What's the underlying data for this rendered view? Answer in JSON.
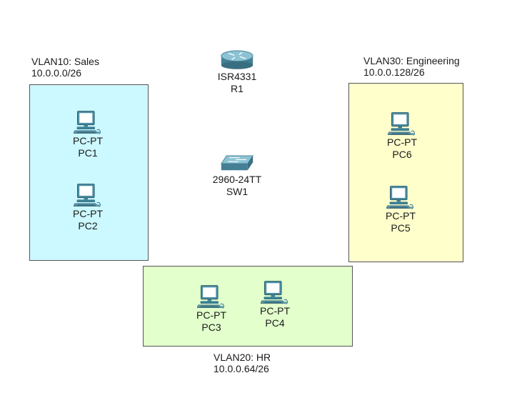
{
  "colors": {
    "sales_fill": "#ccf8ff",
    "engineering_fill": "#ffffcc",
    "hr_fill": "#e2ffcc",
    "border": "#555555",
    "icon_blue": "#3d7f93"
  },
  "zones": {
    "sales": {
      "name": "VLAN10: Sales",
      "subnet": "10.0.0.0/26"
    },
    "engineering": {
      "name": "VLAN30: Engineering",
      "subnet": "10.0.0.128/26"
    },
    "hr": {
      "name": "VLAN20: HR",
      "subnet": "10.0.0.64/26"
    }
  },
  "devices": {
    "r1": {
      "model": "ISR4331",
      "name": "R1",
      "icon": "router-icon"
    },
    "sw1": {
      "model": "2960-24TT",
      "name": "SW1",
      "icon": "switch-icon"
    },
    "pc1": {
      "model": "PC-PT",
      "name": "PC1",
      "icon": "pc-icon"
    },
    "pc2": {
      "model": "PC-PT",
      "name": "PC2",
      "icon": "pc-icon"
    },
    "pc3": {
      "model": "PC-PT",
      "name": "PC3",
      "icon": "pc-icon"
    },
    "pc4": {
      "model": "PC-PT",
      "name": "PC4",
      "icon": "pc-icon"
    },
    "pc5": {
      "model": "PC-PT",
      "name": "PC5",
      "icon": "pc-icon"
    },
    "pc6": {
      "model": "PC-PT",
      "name": "PC6",
      "icon": "pc-icon"
    }
  }
}
